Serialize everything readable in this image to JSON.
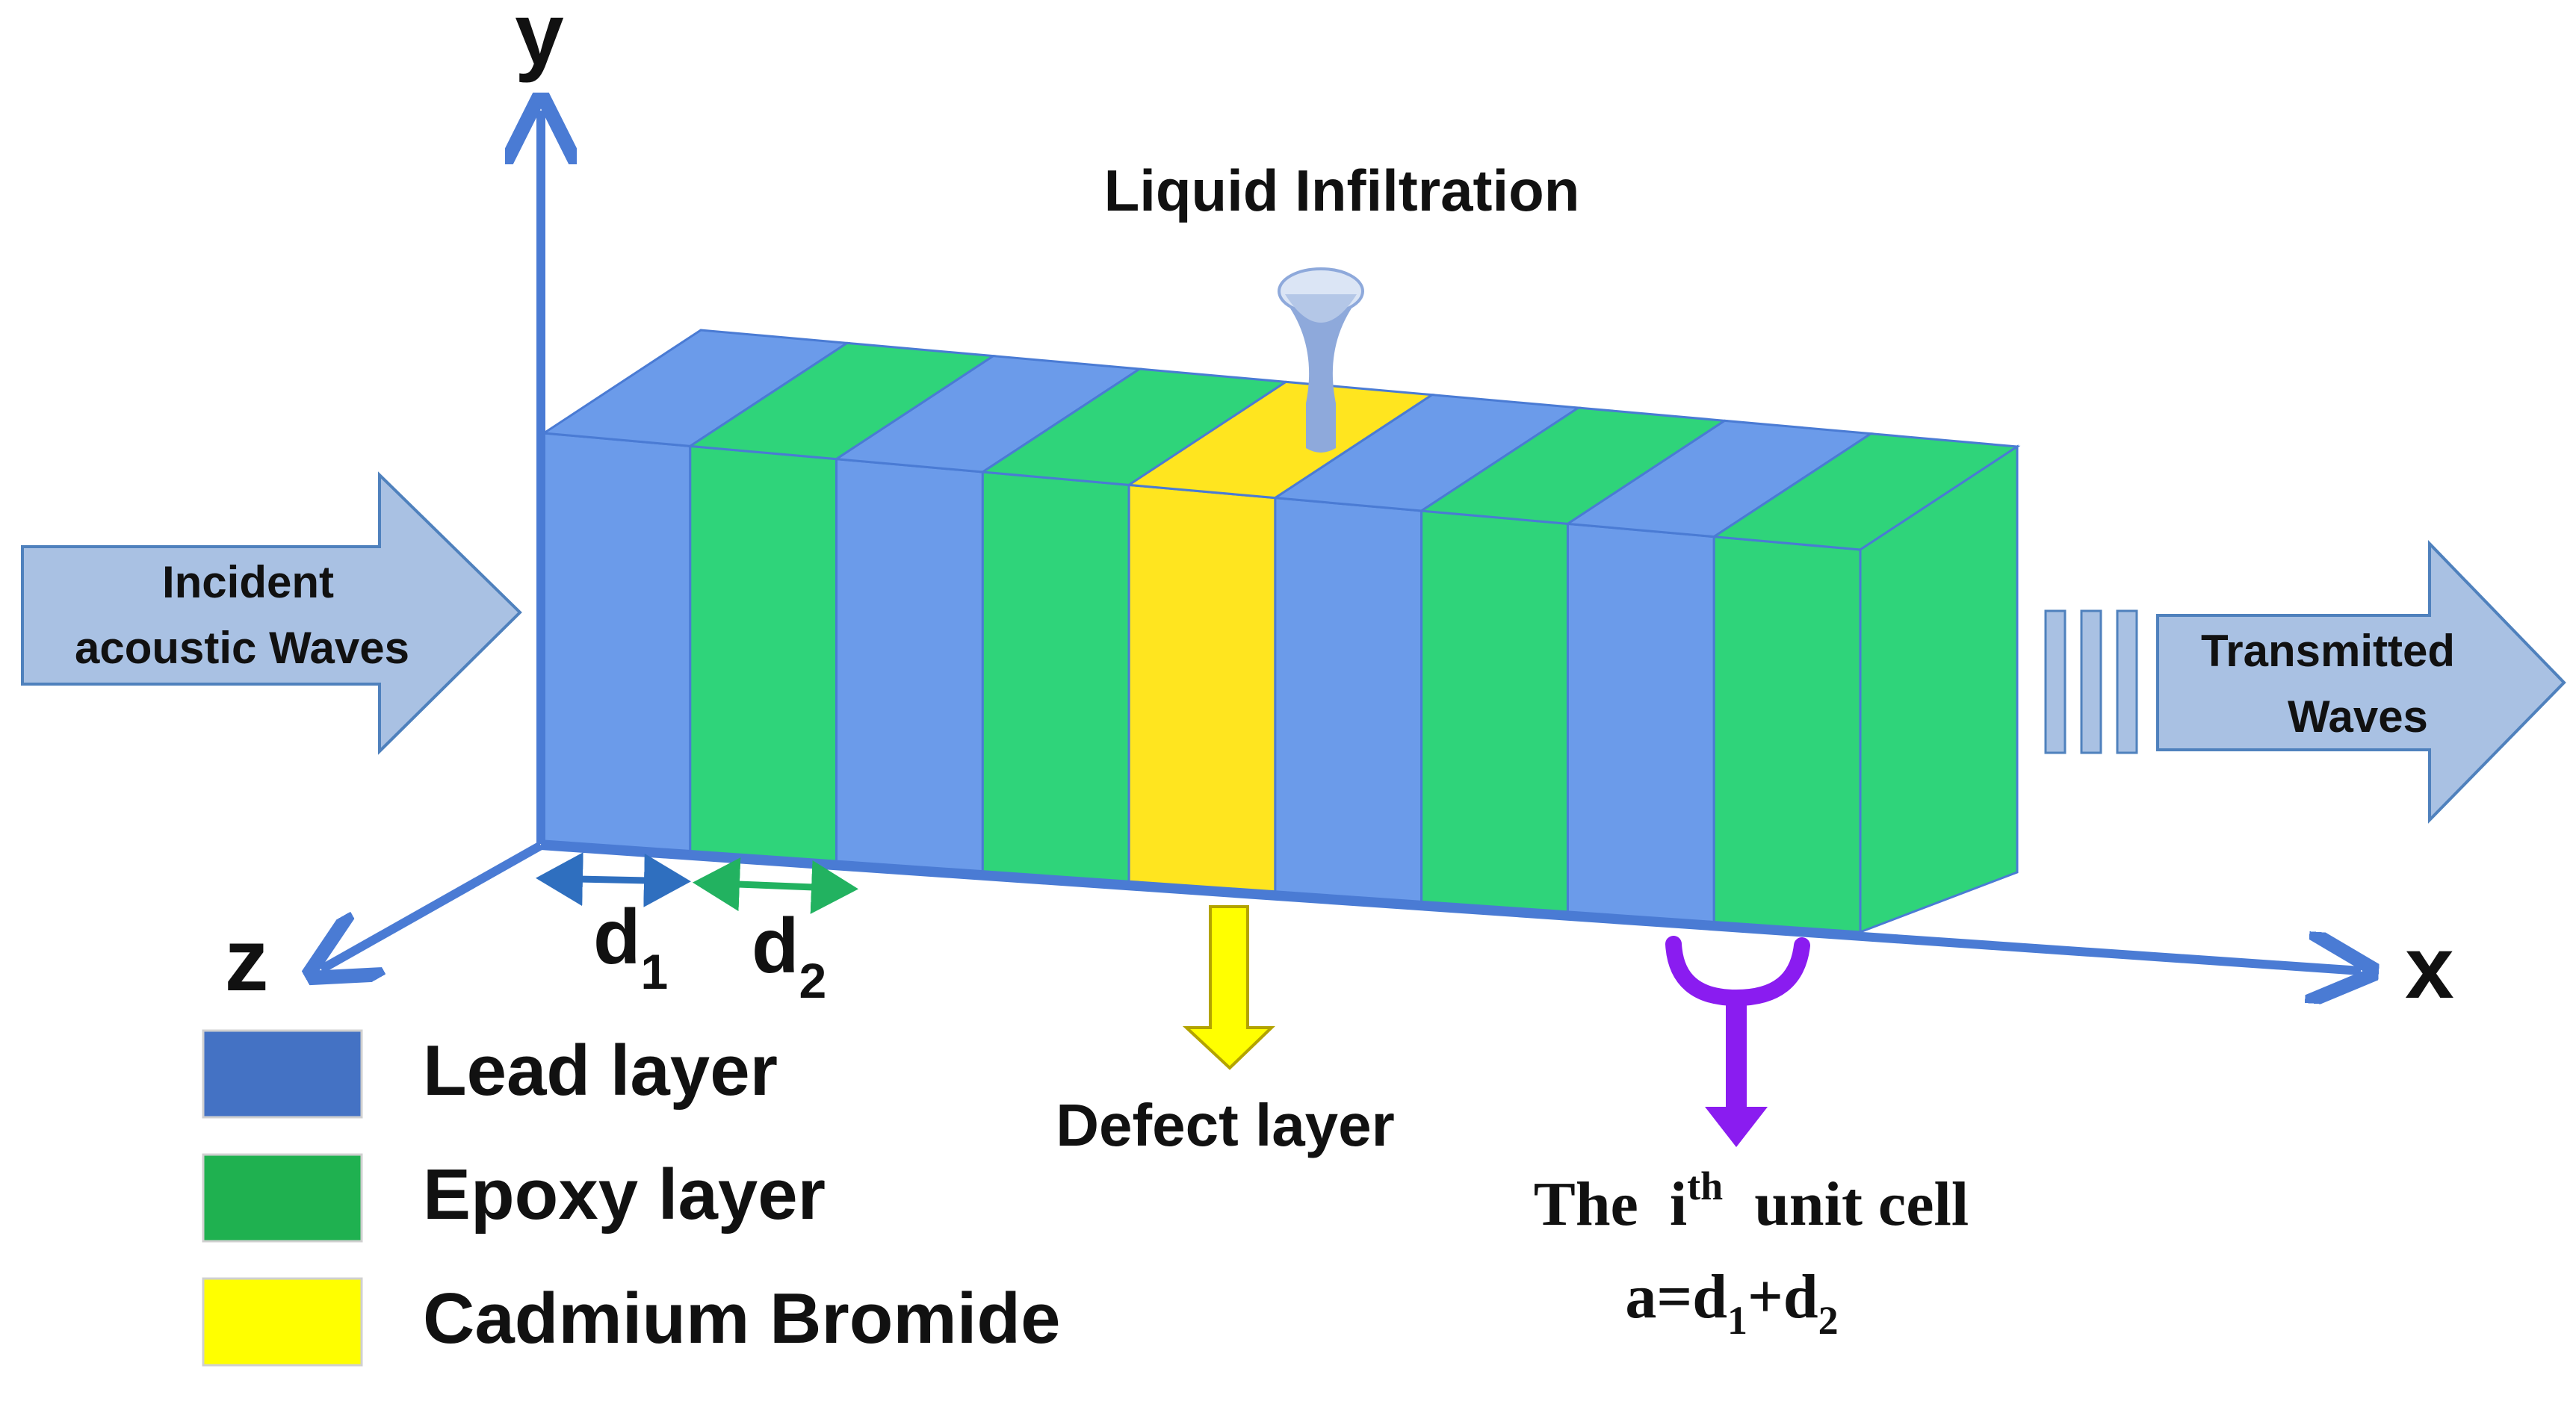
{
  "colors": {
    "axis": "#4a7bd4",
    "lead": "#6b9bea",
    "lead_legend": "#4472c4",
    "epoxy": "#2fd47a",
    "epoxy_legend": "#1fb150",
    "defect": "#ffe51f",
    "defect_legend": "#ffff00",
    "big_arrow_fill": "#a9c1e3",
    "big_arrow_stroke": "#4f81bd",
    "nozzle": "#8ea9db",
    "unit_cell_bracket": "#8a1cf0",
    "text": "#111111"
  },
  "axes": {
    "y_label": "y",
    "x_label": "x",
    "z_label": "z"
  },
  "labels": {
    "liquid_infiltration": "Liquid Infiltration",
    "incident_line1": "Incident",
    "incident_line2": "acoustic Waves",
    "transmitted_line1": "Transmitted",
    "transmitted_line2": "Waves",
    "defect_layer": "Defect layer",
    "unit_cell_prefix": "The  i",
    "unit_cell_sup": "th",
    "unit_cell_suffix": "  unit cell",
    "unit_cell_formula_a": "a=d",
    "unit_cell_formula_plus": "+d",
    "sub_1": "1",
    "sub_2": "2",
    "d_symbol": "d"
  },
  "layers": [
    {
      "material": "lead"
    },
    {
      "material": "epoxy"
    },
    {
      "material": "lead"
    },
    {
      "material": "epoxy"
    },
    {
      "material": "defect"
    },
    {
      "material": "lead"
    },
    {
      "material": "epoxy"
    },
    {
      "material": "lead"
    },
    {
      "material": "epoxy"
    }
  ],
  "legend": [
    {
      "name": "Lead layer",
      "material": "lead"
    },
    {
      "name": "Epoxy layer",
      "material": "epoxy"
    },
    {
      "name": "Cadmium Bromide",
      "material": "defect"
    }
  ]
}
